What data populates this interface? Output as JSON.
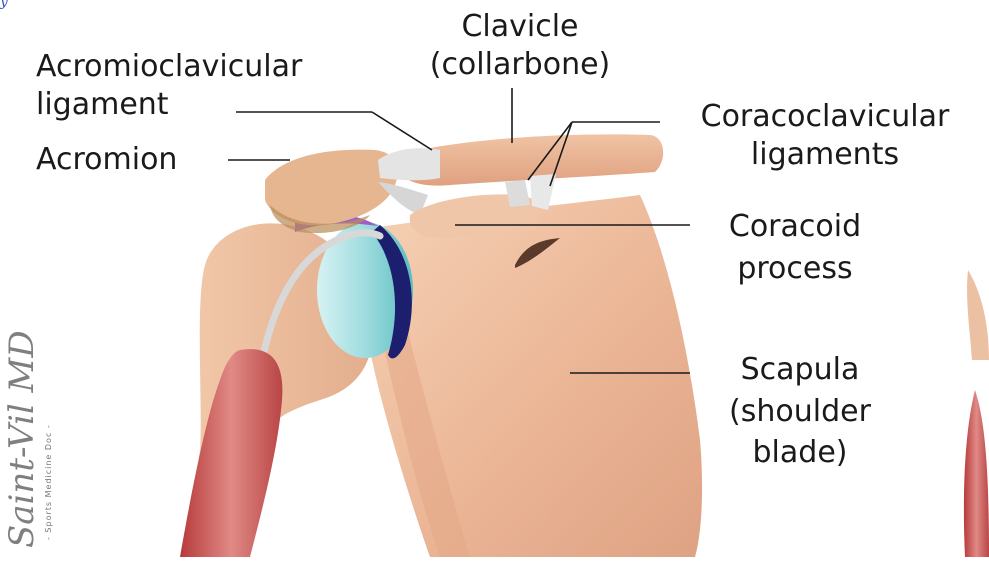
{
  "corner_mark": "y",
  "labels": {
    "clavicle": "Clavicle",
    "clavicle_sub": "(collarbone)",
    "ac_ligament_1": "Acromioclavicular",
    "ac_ligament_2": "ligament",
    "acromion": "Acromion",
    "cc_ligaments_1": "Coracoclavicular",
    "cc_ligaments_2": "ligaments",
    "coracoid_1": "Coracoid",
    "coracoid_2": "process",
    "scapula_1": "Scapula",
    "scapula_2": "(shoulder",
    "scapula_3": "blade)"
  },
  "watermark": {
    "signature": "Saint-Vil MD",
    "subtitle": "- Sports Medicine Doc -"
  }
}
